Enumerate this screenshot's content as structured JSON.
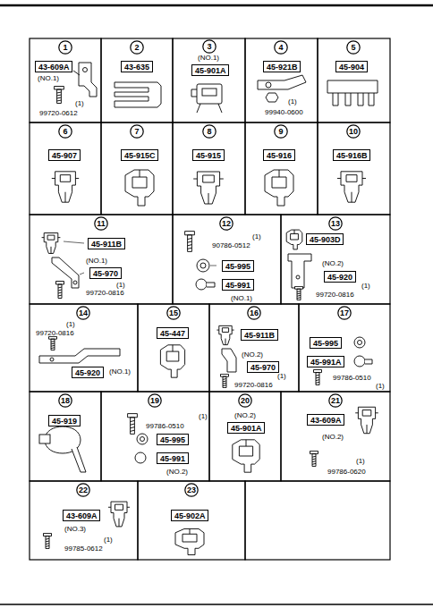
{
  "diagram": {
    "nodes": [
      {
        "text": [
          "1"
        ]
      },
      {
        "text": [
          "43-609A"
        ]
      },
      {
        "text": [
          "2"
        ]
      },
      {
        "text": [
          "43-635"
        ]
      },
      {
        "text": [
          "3"
        ]
      },
      {
        "text": [
          "45-901A"
        ]
      },
      {
        "text": [
          "4"
        ]
      },
      {
        "text": [
          "45-921B"
        ]
      },
      {
        "text": [
          "5"
        ]
      },
      {
        "text": [
          "45-904"
        ]
      },
      {
        "text": [
          "6"
        ]
      },
      {
        "text": [
          "45-907"
        ]
      },
      {
        "text": [
          "7"
        ]
      },
      {
        "text": [
          "45-915C"
        ]
      },
      {
        "text": [
          "8"
        ]
      },
      {
        "text": [
          "45-915"
        ]
      },
      {
        "text": [
          "9"
        ]
      },
      {
        "text": [
          "45-916"
        ]
      },
      {
        "text": [
          "10"
        ]
      },
      {
        "text": [
          "45-916B"
        ]
      },
      {
        "text": [
          "11"
        ]
      },
      {
        "text": [
          "45-911B"
        ]
      },
      {
        "text": [
          "45-970"
        ]
      },
      {
        "text": [
          "12"
        ]
      },
      {
        "text": [
          "45-995"
        ]
      },
      {
        "text": [
          "45-991"
        ]
      },
      {
        "text": [
          "13"
        ]
      },
      {
        "text": [
          "45-903D"
        ]
      },
      {
        "text": [
          "45-920"
        ]
      },
      {
        "text": [
          "14"
        ]
      },
      {
        "text": [
          "45-920"
        ]
      },
      {
        "text": [
          "15"
        ]
      },
      {
        "text": [
          "45-447"
        ]
      },
      {
        "text": [
          "16"
        ]
      },
      {
        "text": [
          "45-911B"
        ]
      },
      {
        "text": [
          "45-970"
        ]
      },
      {
        "text": [
          "17"
        ]
      },
      {
        "text": [
          "45-995"
        ]
      },
      {
        "text": [
          "45-991A"
        ]
      },
      {
        "text": [
          "18"
        ]
      },
      {
        "text": [
          "45-919"
        ]
      },
      {
        "text": [
          "19"
        ]
      },
      {
        "text": [
          "45-995"
        ]
      },
      {
        "text": [
          "45-991"
        ]
      },
      {
        "text": [
          "20"
        ]
      },
      {
        "text": [
          "45-901A"
        ]
      },
      {
        "text": [
          "21"
        ]
      },
      {
        "text": [
          "43-609A"
        ]
      },
      {
        "text": [
          "22"
        ]
      },
      {
        "text": [
          "43-609A"
        ]
      },
      {
        "text": [
          "23"
        ]
      },
      {
        "text": [
          "45-902A"
        ]
      }
    ],
    "labels": [
      "(NO.1)",
      "(1)",
      "99720-0612",
      "(NO.1)",
      "(1)",
      "99940-0600",
      "(NO.1)",
      "(1)",
      "99720-0816",
      "(1)",
      "90786-0512",
      "(NO.1)",
      "(NO.2)",
      "(1)",
      "99720-0816",
      "(1)",
      "99720-0816",
      "(NO.1)",
      "(NO.2)",
      "(1)",
      "99720-0816",
      "99786-0510",
      "(1)",
      "(1)",
      "99786-0510",
      "(NO.2)",
      "(NO.2)",
      "(NO.2)",
      "(1)",
      "99786-0620",
      "(NO.3)",
      "(1)",
      "99785-0612"
    ]
  }
}
